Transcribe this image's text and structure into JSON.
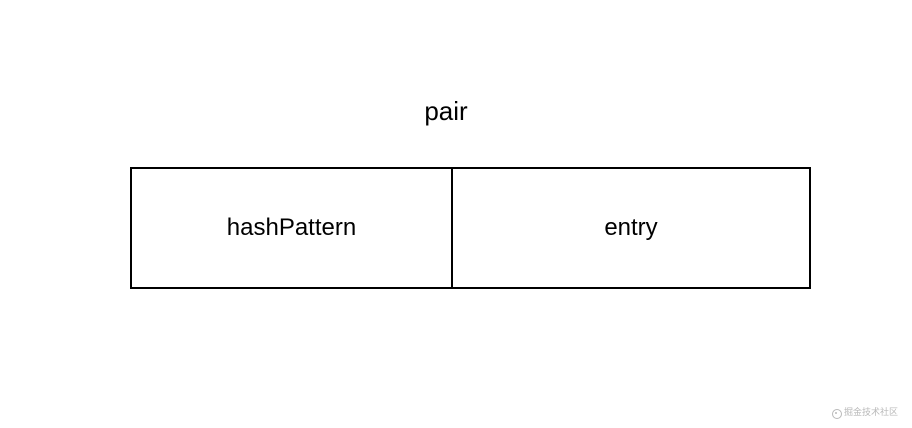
{
  "diagram": {
    "title": "pair",
    "cells": [
      {
        "label": "hashPattern"
      },
      {
        "label": "entry"
      }
    ],
    "colors": {
      "background": "#ffffff",
      "stroke": "#000000",
      "text": "#000000",
      "watermark": "#b9b9b9"
    }
  },
  "watermark": {
    "icon": "juejin-logo-icon",
    "text": "掘金技术社区"
  }
}
